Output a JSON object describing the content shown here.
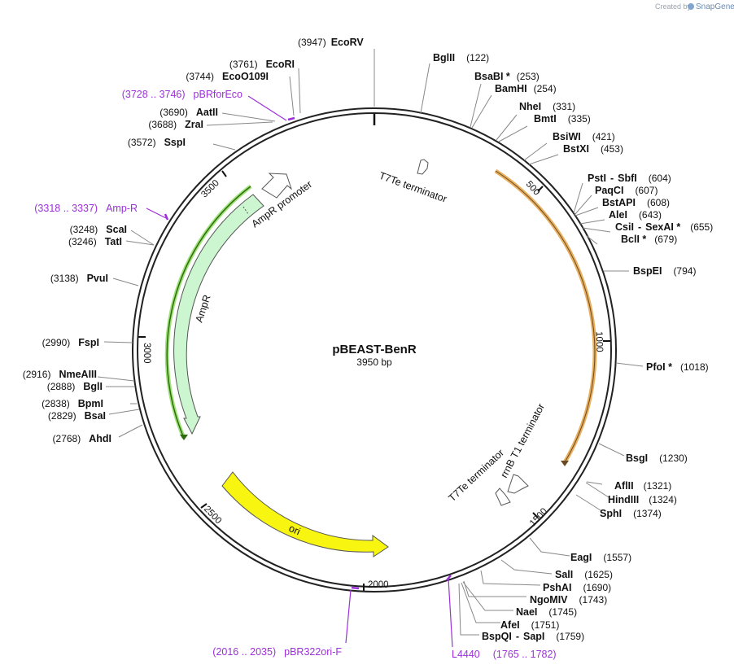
{
  "credit": {
    "prefix": "Created by",
    "brand": "SnapGene"
  },
  "plasmid": {
    "name": "pBEAST-BenR",
    "size_label": "3950 bp"
  },
  "ticks": [
    "500",
    "1000",
    "1500",
    "2000",
    "2500",
    "3000",
    "3500"
  ],
  "sites": [
    {
      "name": "EcoRV",
      "pos": "(3947)"
    },
    {
      "name": "BglII",
      "pos": "(122)"
    },
    {
      "name": "BsaBI *",
      "pos": "(253)"
    },
    {
      "name": "BamHI",
      "pos": "(254)"
    },
    {
      "name": "NheI",
      "pos": "(331)"
    },
    {
      "name": "BmtI",
      "pos": "(335)"
    },
    {
      "name": "BsiWI",
      "pos": "(421)"
    },
    {
      "name": "BstXI",
      "pos": "(453)"
    },
    {
      "name": "PstI",
      "name2": "SbfI",
      "pos": "(604)"
    },
    {
      "name": "PaqCI",
      "pos": "(607)"
    },
    {
      "name": "BstAPI",
      "pos": "(608)"
    },
    {
      "name": "AleI",
      "pos": "(643)"
    },
    {
      "name": "CsiI",
      "name2": "SexAI *",
      "pos": "(655)"
    },
    {
      "name": "BclI *",
      "pos": "(679)"
    },
    {
      "name": "BspEI",
      "pos": "(794)"
    },
    {
      "name": "PfoI *",
      "pos": "(1018)"
    },
    {
      "name": "BsgI",
      "pos": "(1230)"
    },
    {
      "name": "AflII",
      "pos": "(1321)"
    },
    {
      "name": "HindIII",
      "pos": "(1324)"
    },
    {
      "name": "SphI",
      "pos": "(1374)"
    },
    {
      "name": "EagI",
      "pos": "(1557)"
    },
    {
      "name": "SalI",
      "pos": "(1625)"
    },
    {
      "name": "PshAI",
      "pos": "(1690)"
    },
    {
      "name": "NgoMIV",
      "pos": "(1743)"
    },
    {
      "name": "NaeI",
      "pos": "(1745)"
    },
    {
      "name": "AfeI",
      "pos": "(1751)"
    },
    {
      "name": "BspQI",
      "name2": "SapI",
      "pos": "(1759)"
    },
    {
      "name": "AhdI",
      "pos": "(2768)"
    },
    {
      "name": "BsaI",
      "pos": "(2829)"
    },
    {
      "name": "BpmI",
      "pos": "(2838)"
    },
    {
      "name": "BglI",
      "pos": "(2888)"
    },
    {
      "name": "NmeAIII",
      "pos": "(2916)"
    },
    {
      "name": "FspI",
      "pos": "(2990)"
    },
    {
      "name": "PvuI",
      "pos": "(3138)"
    },
    {
      "name": "TatI",
      "pos": "(3246)"
    },
    {
      "name": "ScaI",
      "pos": "(3248)"
    },
    {
      "name": "SspI",
      "pos": "(3572)"
    },
    {
      "name": "ZraI",
      "pos": "(3688)"
    },
    {
      "name": "AatII",
      "pos": "(3690)"
    },
    {
      "name": "EcoO109I",
      "pos": "(3744)"
    },
    {
      "name": "EcoRI",
      "pos": "(3761)"
    }
  ],
  "primers": [
    {
      "name": "pBRforEco",
      "range": "(3728 .. 3746)"
    },
    {
      "name": "Amp-R",
      "range": "(3318 .. 3337)"
    },
    {
      "name": "pBR322ori-F",
      "range": "(2016 .. 2035)"
    },
    {
      "name": "L4440",
      "range": "(1765 .. 1782)"
    }
  ],
  "features": {
    "t7te_top": "T7Te terminator",
    "ampr_promoter": "AmpR promoter",
    "ampr": "AmpR",
    "ori": "ori",
    "rrnb": "rrnB T1 terminator",
    "t7te_right": "T7Te terminator"
  },
  "colors": {
    "backbone": "#222222",
    "ampr_fill": "#ccf6d0",
    "ampr_track": "#3a8a10",
    "ori_fill": "#f8f510",
    "orange_track": "#e8b060",
    "primer": "#9b30d9",
    "leader": "#888888"
  }
}
